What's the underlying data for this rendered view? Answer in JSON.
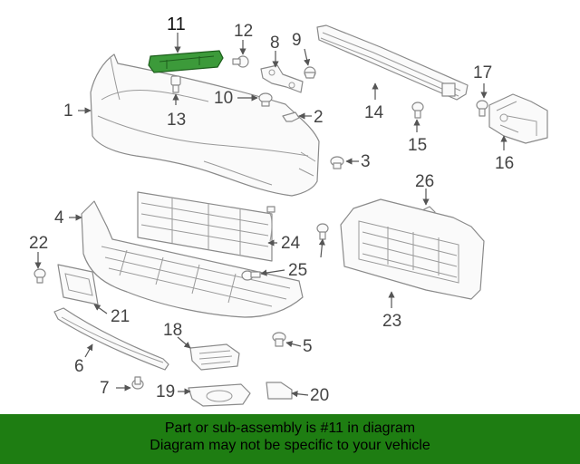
{
  "diagram": {
    "highlight_color": "#3c9a3a",
    "callouts": [
      "1",
      "2",
      "3",
      "4",
      "5",
      "6",
      "7",
      "8",
      "9",
      "10",
      "11",
      "12",
      "13",
      "14",
      "15",
      "16",
      "17",
      "18",
      "19",
      "20",
      "21",
      "22",
      "23",
      "24",
      "25",
      "26"
    ],
    "highlighted_part": "11"
  },
  "footer": {
    "line1": "Part or sub-assembly is #11 in diagram",
    "line2": "Diagram may not be specific to your vehicle",
    "background": "#1e7d12"
  }
}
